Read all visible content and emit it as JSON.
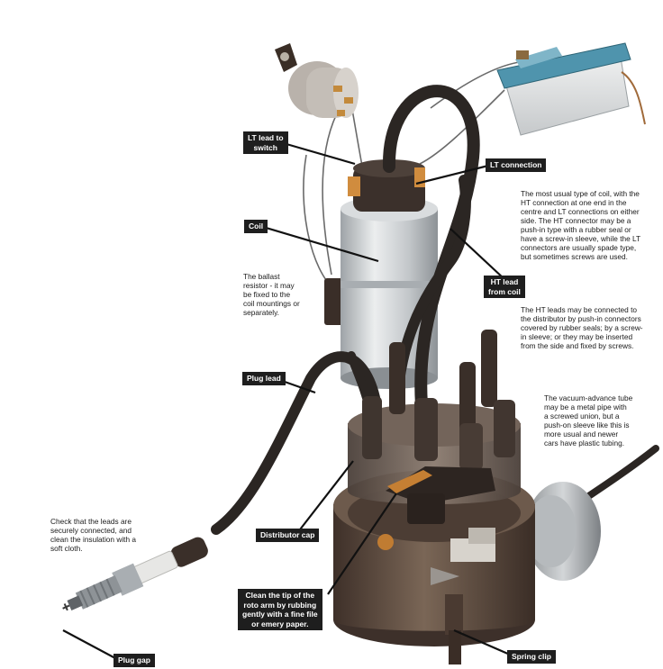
{
  "labels": {
    "lt_lead": "LT lead to\nswitch",
    "lt_connection": "LT connection",
    "coil": "Coil",
    "ht_lead": "HT lead\nfrom coil",
    "plug_lead": "Plug lead",
    "distributor_cap": "Distributor cap",
    "rotor": "Clean the tip of the\nroto arm by rubbing\ngently with a fine file\nor emery paper.",
    "spring_clip": "Spring clip",
    "plug_gap": "Plug gap"
  },
  "notes": {
    "coil_types": "The most usual type of coil, with the\nHT connection at one end in the\ncentre and LT connections on either\nside. The HT connector may be a\npush-in type with a rubber seal or\nhave a screw-in sleeve, while the LT\nconnectors are usually spade type,\nbut sometimes screws are used.",
    "ballast": "The ballast\nresistor - it may\nbe fixed to the\ncoil mountings or\nseparately.",
    "ht_leads": "The HT leads may be connected to\nthe distributor by push-in connectors\ncovered by rubber seals; by a screw-\nin sleeve; or they may be inserted\nfrom the side and fixed by screws.",
    "vacuum": "The vacuum-advance tube\nmay be a metal pipe with\na screwed union, but a\npush-on sleeve like this is\nmore usual and newer\ncars have plastic tubing.",
    "leads_check": "Check that the leads are\nsecurely connected, and\nclean the insulation with a\nsoft cloth."
  },
  "colors": {
    "label_bg": "#1e1e1e",
    "lead_black": "#2b2623",
    "coil_silver": "#c9ccce",
    "battery_teal": "#4f94ad",
    "distributor_brown": "#5e4a3c"
  }
}
